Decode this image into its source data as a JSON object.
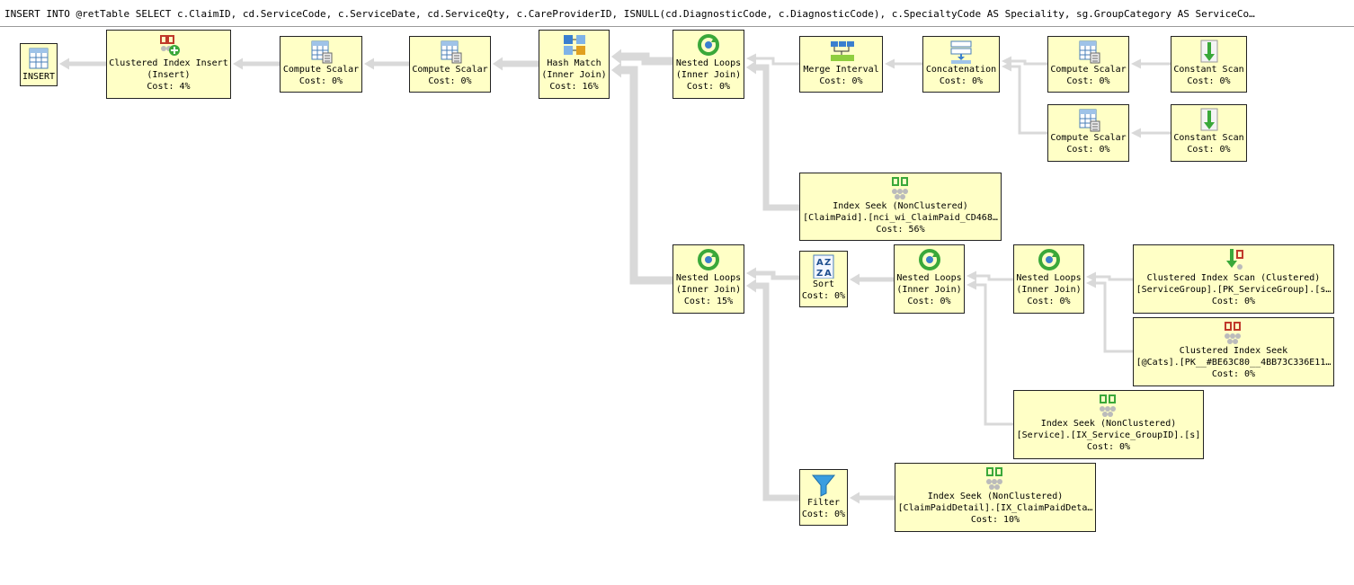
{
  "query": {
    "text": "INSERT INTO @retTable SELECT c.ClaimID, cd.ServiceCode, c.ServiceDate, cd.ServiceQty, c.CareProviderID, ISNULL(cd.DiagnosticCode, c.DiagnosticCode), c.SpecialtyCode AS Speciality, sg.GroupCategory AS ServiceCo…"
  },
  "colors": {
    "node_fill": "#ffffc6",
    "node_border": "#222222",
    "arrow": "#d9d9d9"
  },
  "nodes": {
    "insert": {
      "icon": "table-icon",
      "line1": "INSERT"
    },
    "ci_insert": {
      "icon": "clustered-index-insert-icon",
      "line1": "Clustered Index Insert",
      "line2": "(Insert)",
      "cost": "Cost: 4%"
    },
    "compute1": {
      "icon": "compute-scalar-icon",
      "line1": "Compute Scalar",
      "cost": "Cost: 0%"
    },
    "compute2": {
      "icon": "compute-scalar-icon",
      "line1": "Compute Scalar",
      "cost": "Cost: 0%"
    },
    "hash": {
      "icon": "hash-match-icon",
      "line1": "Hash Match",
      "line2": "(Inner Join)",
      "cost": "Cost: 16%"
    },
    "nl1": {
      "icon": "nested-loops-icon",
      "line1": "Nested Loops",
      "line2": "(Inner Join)",
      "cost": "Cost: 0%"
    },
    "merge": {
      "icon": "merge-interval-icon",
      "line1": "Merge Interval",
      "cost": "Cost: 0%"
    },
    "concat": {
      "icon": "concatenation-icon",
      "line1": "Concatenation",
      "cost": "Cost: 0%"
    },
    "cs_a": {
      "icon": "compute-scalar-icon",
      "line1": "Compute Scalar",
      "cost": "Cost: 0%"
    },
    "const_a": {
      "icon": "constant-scan-icon",
      "line1": "Constant Scan",
      "cost": "Cost: 0%"
    },
    "cs_b": {
      "icon": "compute-scalar-icon",
      "line1": "Compute Scalar",
      "cost": "Cost: 0%"
    },
    "const_b": {
      "icon": "constant-scan-icon",
      "line1": "Constant Scan",
      "cost": "Cost: 0%"
    },
    "seek_claim": {
      "icon": "index-seek-icon",
      "line1": "Index Seek (NonClustered)",
      "line2": "[ClaimPaid].[nci_wi_ClaimPaid_CD468…",
      "cost": "Cost: 56%"
    },
    "nl2": {
      "icon": "nested-loops-icon",
      "line1": "Nested Loops",
      "line2": "(Inner Join)",
      "cost": "Cost: 15%"
    },
    "sort": {
      "icon": "sort-icon",
      "line1": "Sort",
      "cost": "Cost: 0%"
    },
    "nl3": {
      "icon": "nested-loops-icon",
      "line1": "Nested Loops",
      "line2": "(Inner Join)",
      "cost": "Cost: 0%"
    },
    "nl4": {
      "icon": "nested-loops-icon",
      "line1": "Nested Loops",
      "line2": "(Inner Join)",
      "cost": "Cost: 0%"
    },
    "ci_scan": {
      "icon": "clustered-index-scan-icon",
      "line1": "Clustered Index Scan (Clustered)",
      "line2": "[ServiceGroup].[PK_ServiceGroup].[s…",
      "cost": "Cost: 0%"
    },
    "ci_seek": {
      "icon": "clustered-index-seek-icon",
      "line1": "Clustered Index Seek",
      "line2": "[@Cats].[PK__#BE63C80__4BB73C336E11…",
      "cost": "Cost: 0%"
    },
    "seek_service": {
      "icon": "index-seek-icon",
      "line1": "Index Seek (NonClustered)",
      "line2": "[Service].[IX_Service_GroupID].[s]",
      "cost": "Cost: 0%"
    },
    "filter": {
      "icon": "filter-icon",
      "line1": "Filter",
      "cost": "Cost: 0%"
    },
    "seek_detail": {
      "icon": "index-seek-icon",
      "line1": "Index Seek (NonClustered)",
      "line2": "[ClaimPaidDetail].[IX_ClaimPaidDeta…",
      "cost": "Cost: 10%"
    }
  }
}
